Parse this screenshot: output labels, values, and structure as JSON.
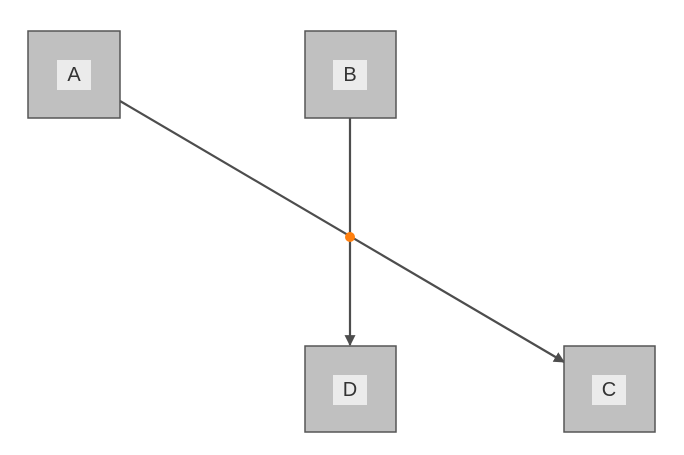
{
  "diagram": {
    "nodes": [
      {
        "id": "A",
        "label": "A"
      },
      {
        "id": "B",
        "label": "B"
      },
      {
        "id": "C",
        "label": "C"
      },
      {
        "id": "D",
        "label": "D"
      }
    ],
    "edges": [
      {
        "from": "A",
        "to": "C",
        "arrow": true
      },
      {
        "from": "B",
        "to": "D",
        "arrow": true
      }
    ],
    "colors": {
      "node_fill": "#c0c0c0",
      "node_border": "#555555",
      "label_background": "#ebebeb",
      "edge": "#4d4d4d",
      "crossing_marker": "#ff7f0e"
    }
  }
}
